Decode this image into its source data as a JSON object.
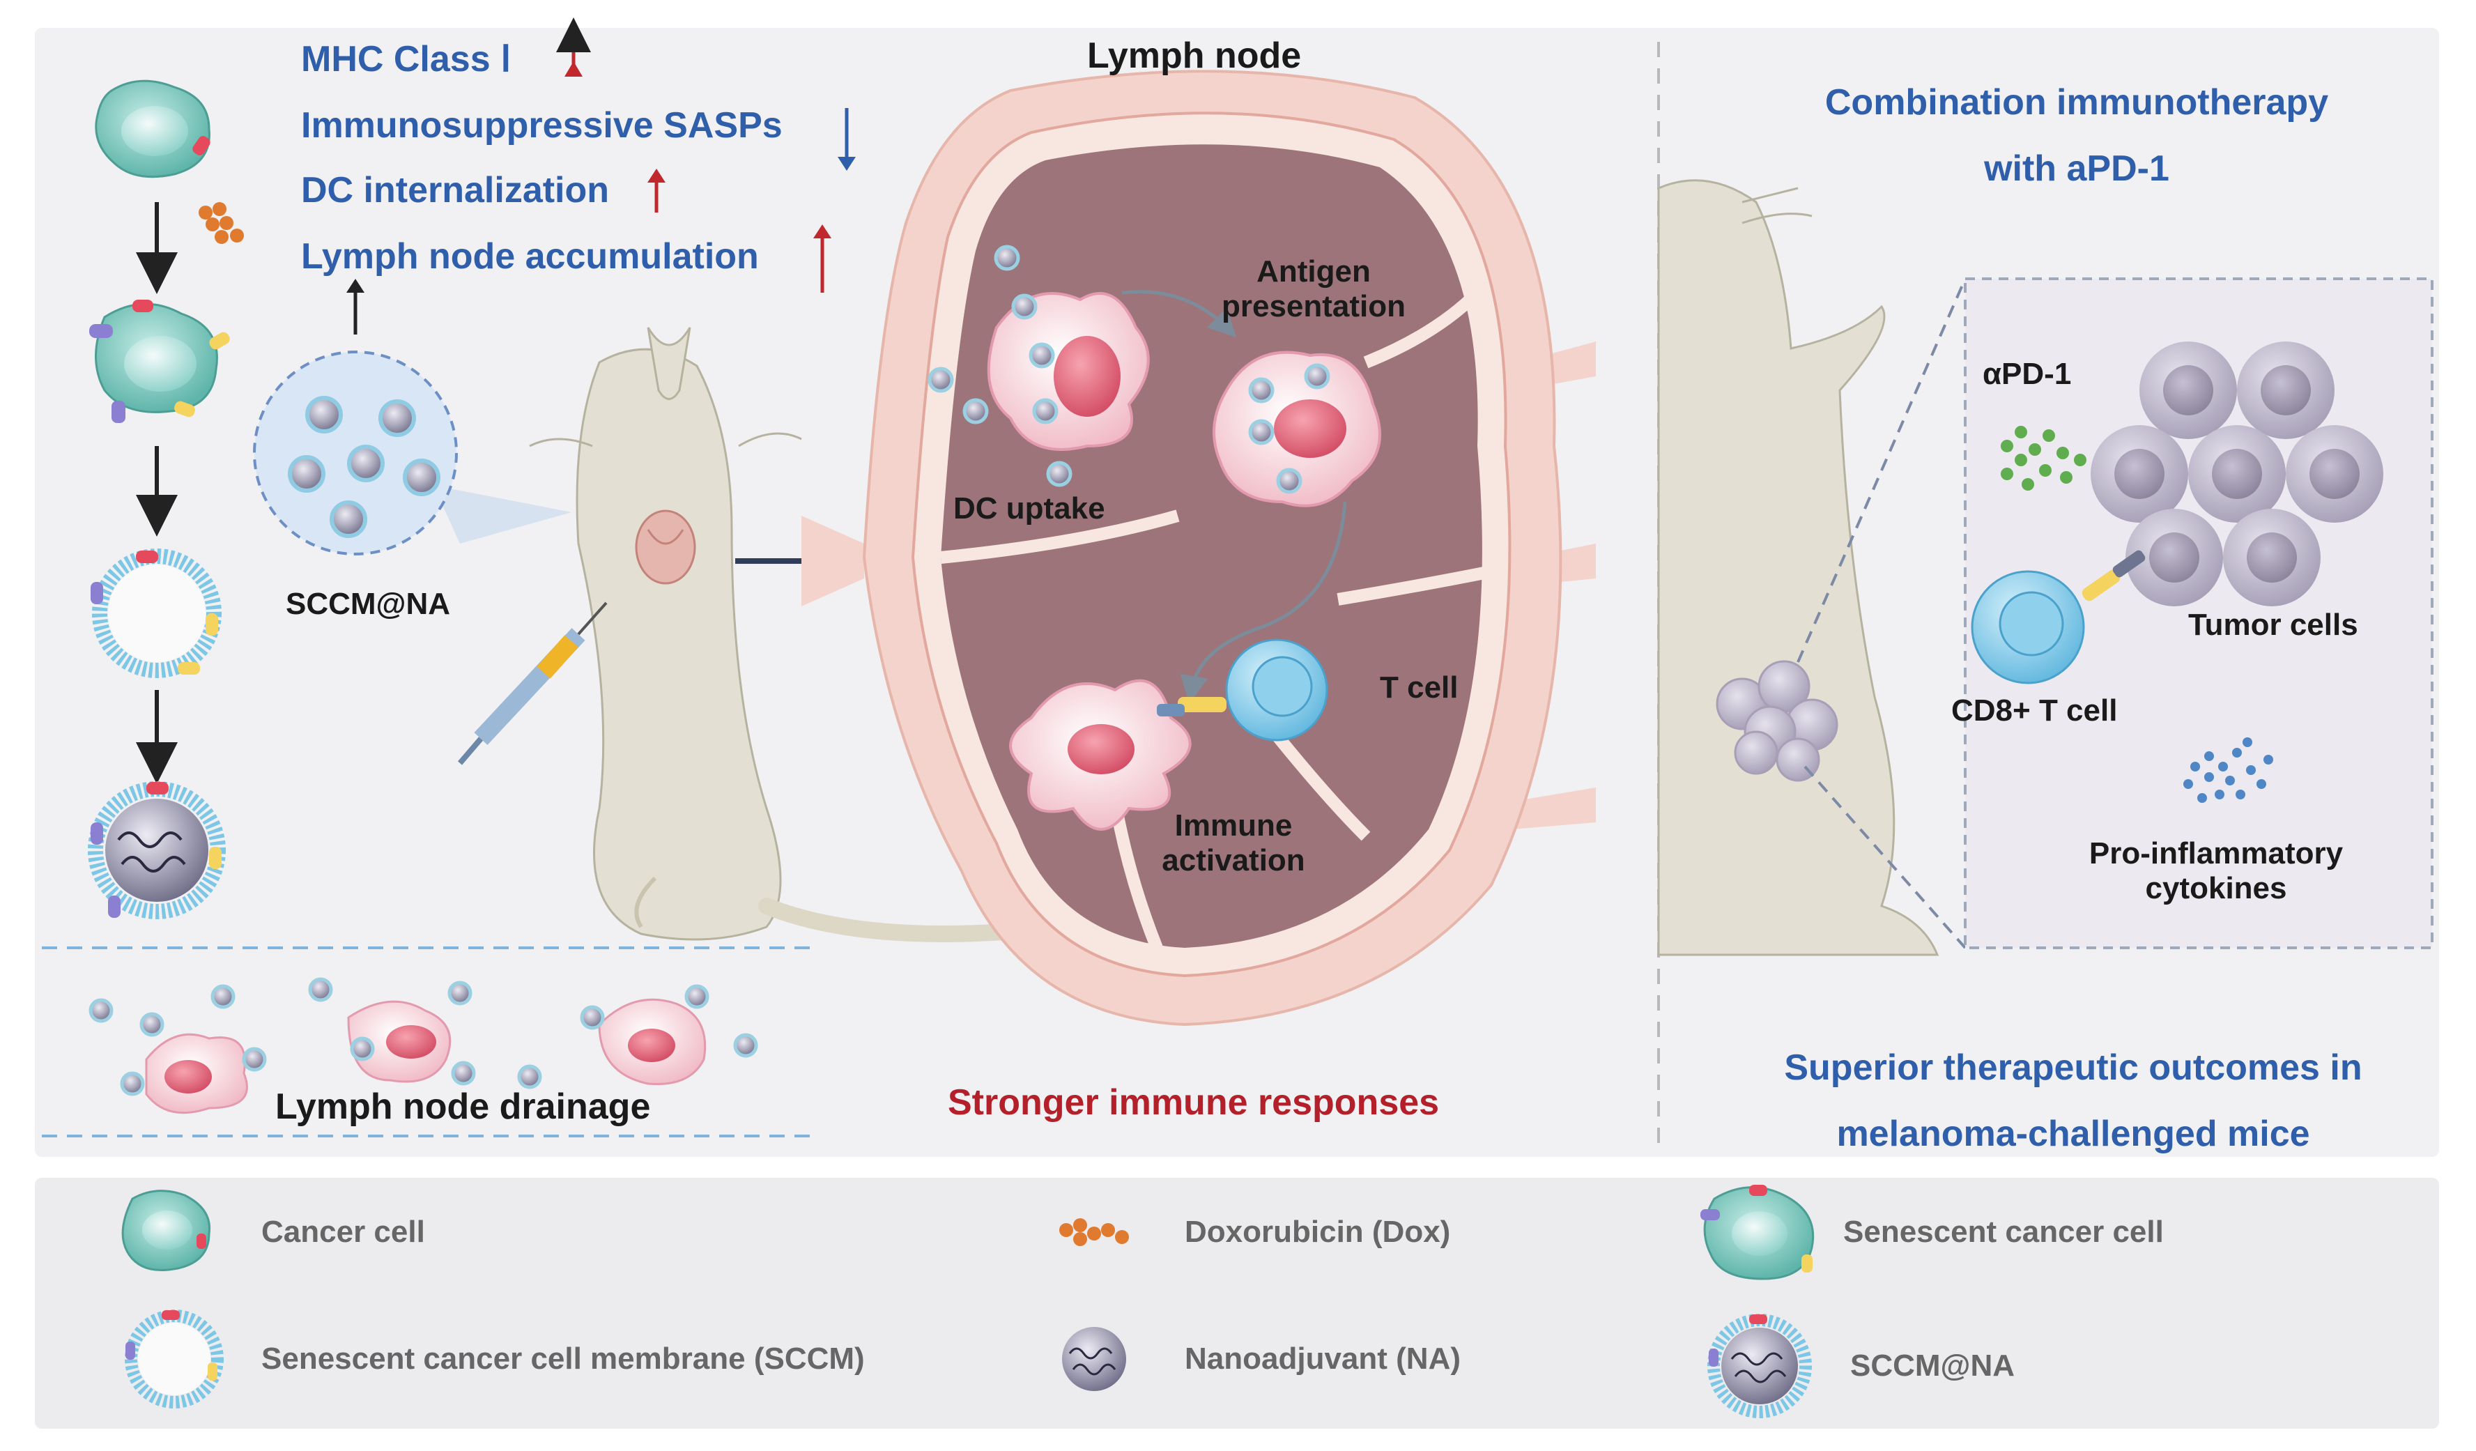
{
  "effects": {
    "mhc": "MHC Class Ⅰ",
    "sasps": "Immunosuppressive SASPs",
    "dc_internalization": "DC internalization",
    "ln_accumulation": "Lymph node accumulation"
  },
  "labels": {
    "sccm_na": "SCCM@NA",
    "lymph_node_drainage": "Lymph node drainage",
    "lymph_node": "Lymph node",
    "antigen_presentation": [
      "Antigen",
      "presentation"
    ],
    "dc_uptake": "DC uptake",
    "t_cell": "T cell",
    "immune_activation": [
      "Immune",
      "activation"
    ],
    "stronger_immune": "Stronger immune responses",
    "combination": [
      "Combination immunotherapy",
      "with aPD-1"
    ],
    "apd1": "αPD-1",
    "tumor_cells": "Tumor cells",
    "cd8": "CD8+ T cell",
    "proinflammatory": [
      "Pro-inflammatory",
      "cytokines"
    ],
    "superior": [
      "Superior therapeutic outcomes in",
      "melanoma-challenged mice"
    ]
  },
  "legend": [
    {
      "icon": "cancer-cell-icon",
      "label": "Cancer cell"
    },
    {
      "icon": "doxorubicin-icon",
      "label": "Doxorubicin (Dox)"
    },
    {
      "icon": "senescent-cancer-cell-icon",
      "label": "Senescent cancer cell"
    },
    {
      "icon": "sccm-icon",
      "label": "Senescent cancer cell membrane (SCCM)"
    },
    {
      "icon": "nanoadjuvant-icon",
      "label": "Nanoadjuvant (NA)"
    },
    {
      "icon": "sccm-na-icon",
      "label": "SCCM@NA"
    }
  ],
  "colors": {
    "blue_text": "#2f5eaa",
    "red_text": "#b3202a",
    "up_arrow": "#c0282d",
    "down_arrow": "#2f5eaa",
    "lymph_outer": "#f3d3cb",
    "lymph_inner": "#9c7479",
    "cell_teal": "#7fc9c0",
    "t_cell": "#8fd0ec",
    "tumor": "#b7b1c4"
  }
}
